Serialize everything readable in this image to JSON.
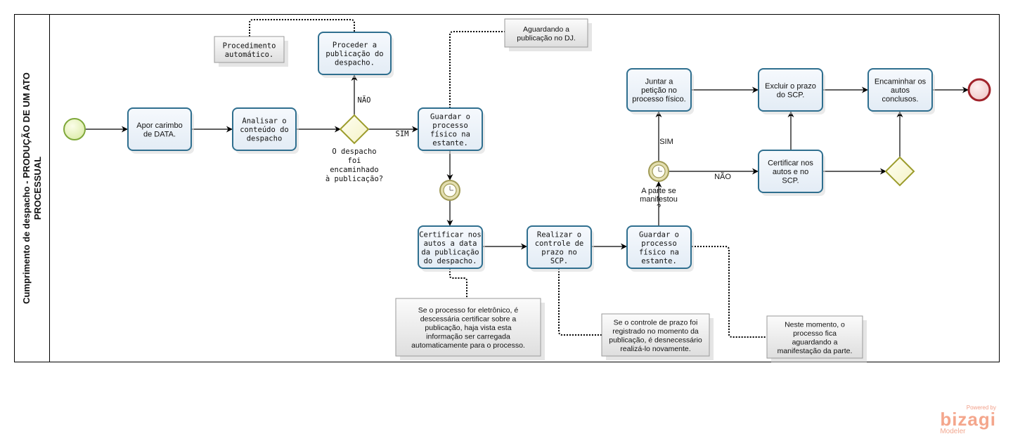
{
  "pool": {
    "title_line1": "Cumprimento de despacho - PRODUÇÃO DE UM ATO",
    "title_line2": "PROCESSUAL"
  },
  "tasks": {
    "apor_carimbo": [
      "Apor carimbo",
      "de DATA."
    ],
    "analisar": [
      "Analisar o",
      "conteúdo do",
      "despacho"
    ],
    "proceder_publicacao": [
      "Proceder a",
      "publicação do",
      "despacho."
    ],
    "guardar_1": [
      "Guardar o",
      "processo",
      "físico na",
      "estante."
    ],
    "certificar_data": [
      "Certificar nos",
      "autos a data",
      "da publicação",
      "do despacho."
    ],
    "realizar_controle": [
      "Realizar o",
      "controle de",
      "prazo no",
      "SCP."
    ],
    "guardar_2": [
      "Guardar o",
      "processo",
      "físico na",
      "estante."
    ],
    "juntar_peticao": [
      "Juntar a",
      "petição no",
      "processo físico."
    ],
    "excluir_prazo": [
      "Excluir o prazo",
      "do SCP."
    ],
    "certificar_scp": [
      "Certificar nos",
      "autos e no",
      "SCP."
    ],
    "encaminhar": [
      "Encaminhar os",
      "autos",
      "conclusos."
    ]
  },
  "gateways": {
    "despacho_encaminhado": {
      "label": [
        "O despacho",
        "foi",
        "encaminhado",
        "à publicação?"
      ],
      "yes": "SIM",
      "no": "NÃO"
    }
  },
  "events": {
    "parte_manifestou": {
      "label": [
        "A parte se",
        "manifestou",
        "?"
      ],
      "yes": "SIM",
      "no": "NÃO"
    }
  },
  "annotations": {
    "procedimento_automatico": [
      "Procedimento",
      "automático."
    ],
    "aguardando_dj": [
      "Aguardando a",
      "publicação no DJ."
    ],
    "processo_eletronico": [
      "Se o processo for eletrônico, é",
      "descessária certificar sobre a",
      "publicação, haja vista esta",
      "informação ser carregada",
      "automaticamente para o processo."
    ],
    "controle_prazo": [
      "Se o controle de prazo foi",
      "registrado no momento da",
      "publicação, é desnecessário",
      "realizá-lo novamente."
    ],
    "neste_momento": [
      "Neste momento, o",
      "processo fica",
      "aguardando a",
      "manifestação da parte."
    ]
  },
  "watermark": {
    "powered": "Powered by",
    "brand": "bizagi",
    "product": "Modeler"
  },
  "colors": {
    "task_border": "#2f6f8f",
    "gateway_border": "#9c9c2c",
    "start_border": "#7fa83a",
    "end_border": "#a0222a"
  }
}
